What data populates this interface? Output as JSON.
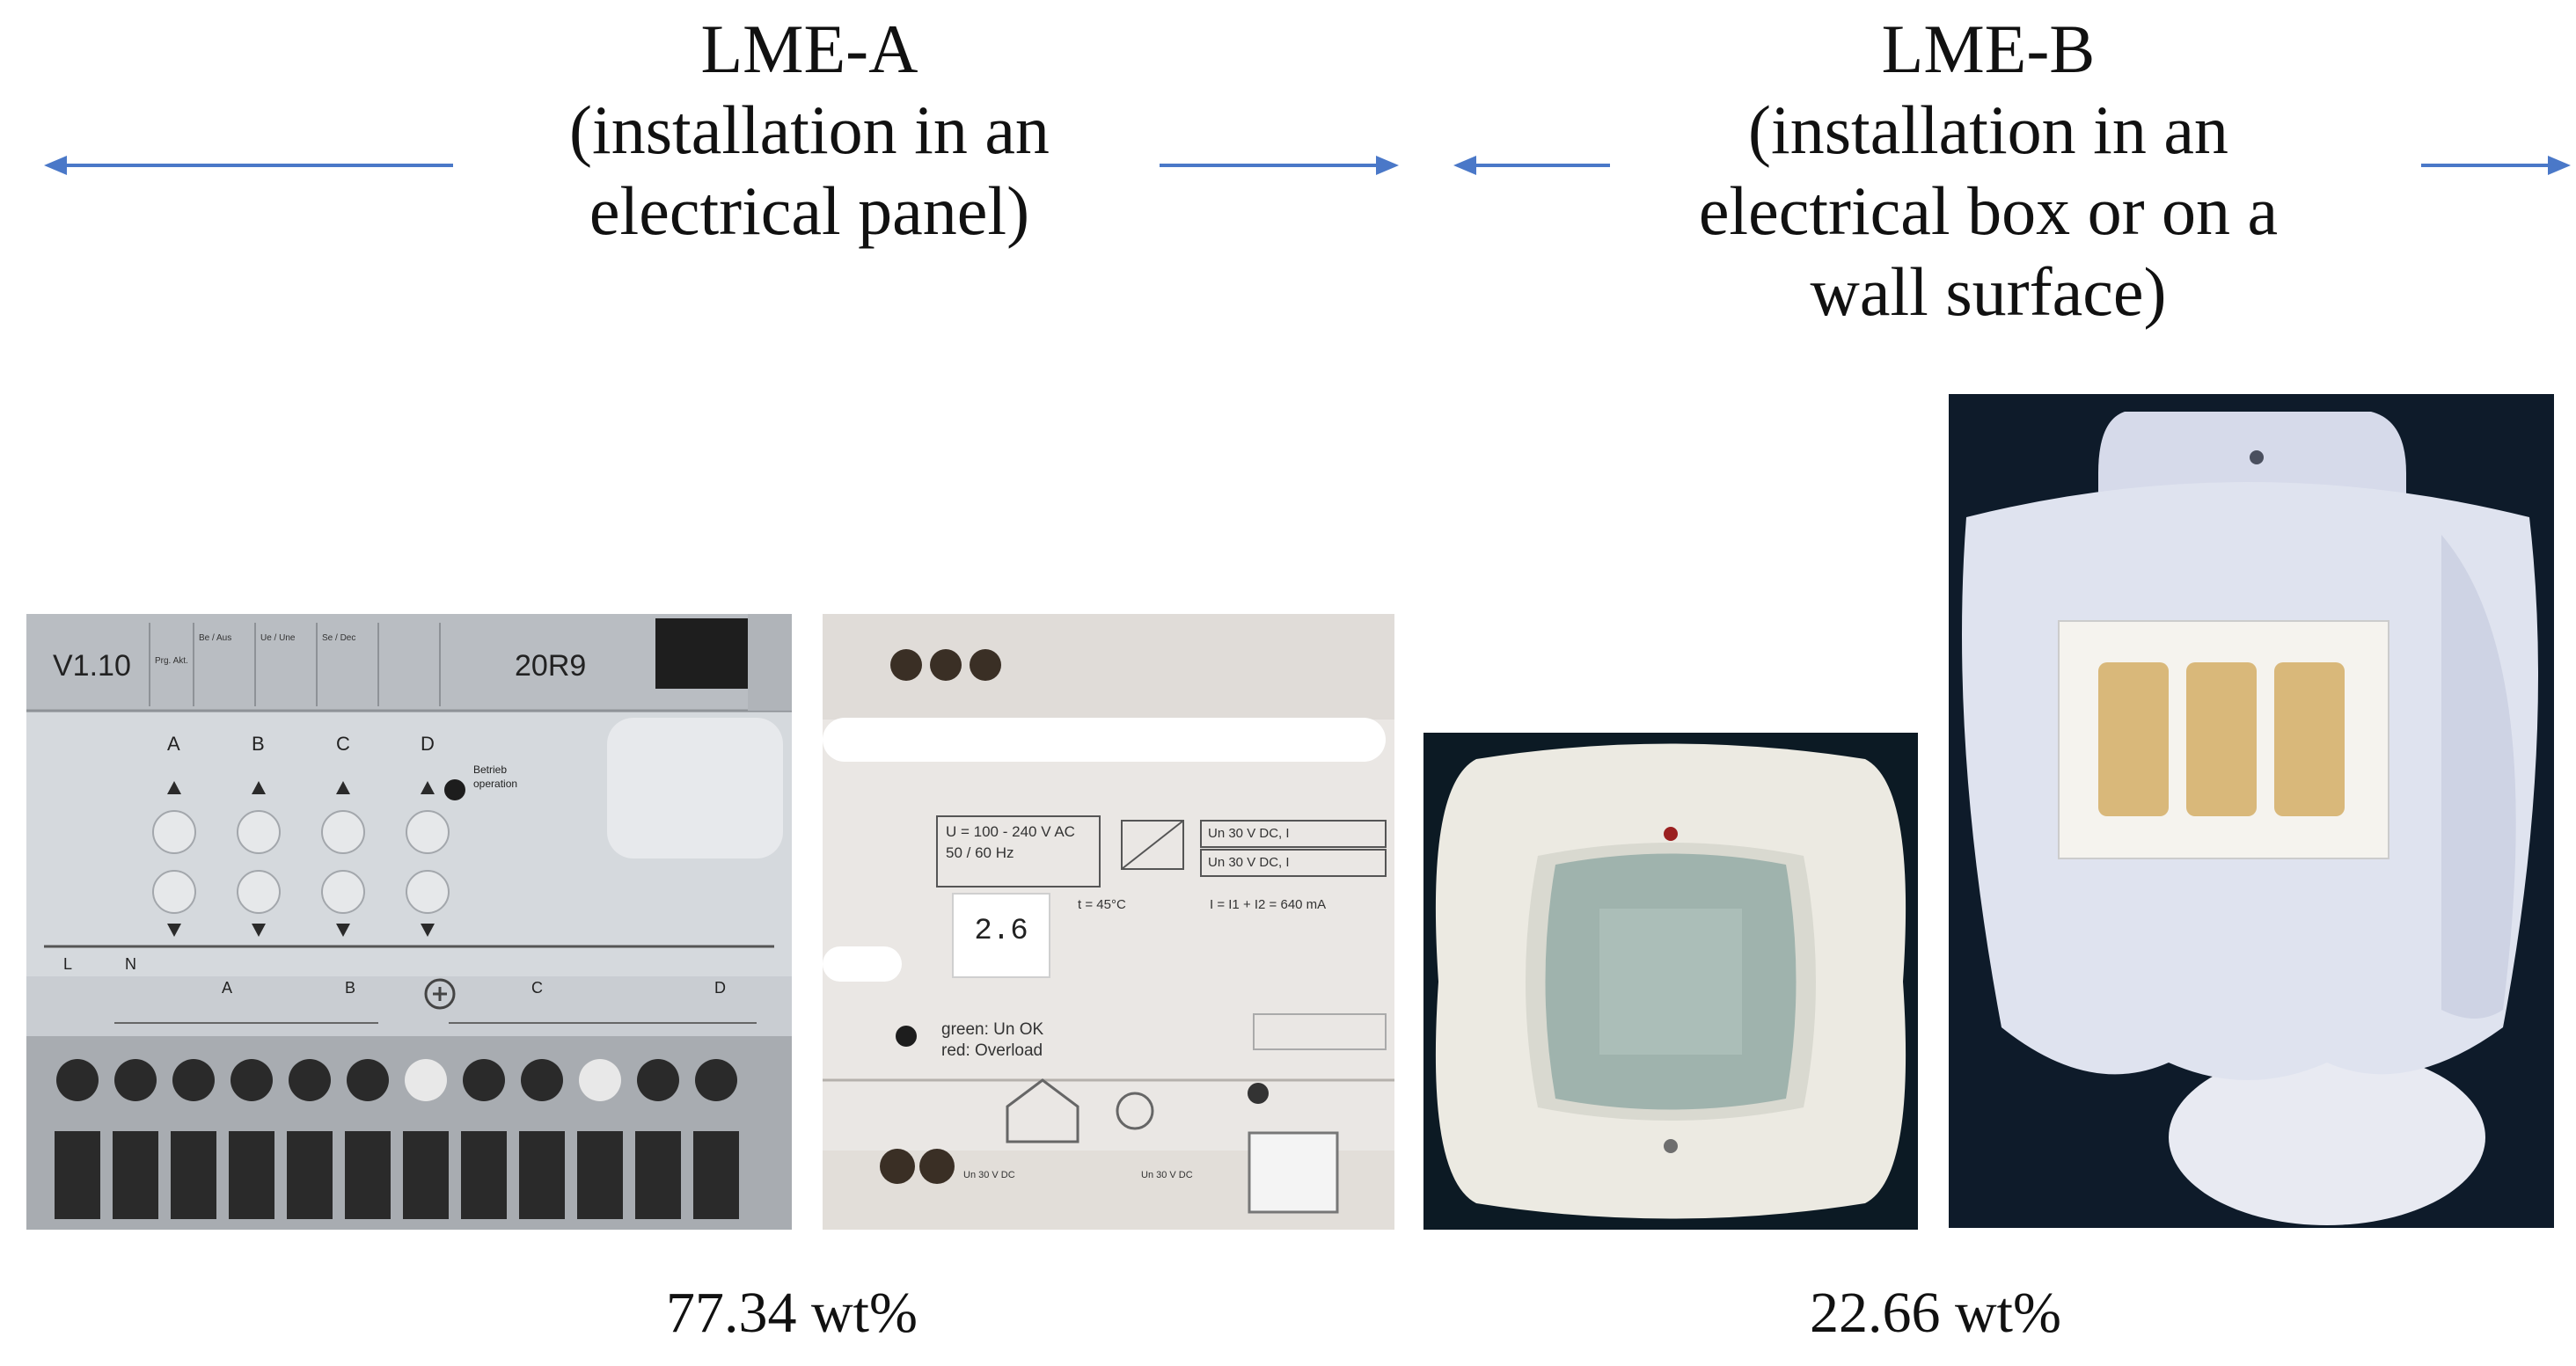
{
  "groups": [
    {
      "title": "LME-A",
      "subtitle_lines": [
        "(installation in an",
        "electrical panel)"
      ],
      "share": "77.34 wt%"
    },
    {
      "title": "LME-B",
      "subtitle_lines": [
        "(installation in an",
        "electrical box or on a",
        "wall surface)"
      ],
      "share": "22.66 wt%"
    }
  ],
  "actuator": {
    "version": "V1.10",
    "model": "20R9",
    "header_cells": [
      "Prg. Akt.",
      "Be / Aus",
      "Ue / Une",
      "Se / Dec"
    ],
    "channels": [
      "A",
      "B",
      "C",
      "D"
    ],
    "manual_label": [
      "Betrieb",
      "operation"
    ],
    "terminal_labels": [
      "L",
      "N",
      "A",
      "B",
      "C",
      "D"
    ]
  },
  "power_supply": {
    "input_spec": [
      "U = 100 - 240 V AC",
      "50 / 60 Hz"
    ],
    "output_spec": [
      "Un 30 V DC, I",
      "Un 30 V DC, I"
    ],
    "temp": "t = 45°C",
    "current": "I = I1 + I2 = 640 mA",
    "tag": "2.6",
    "status": [
      "green: Un OK",
      "red: Overload"
    ],
    "bottom_labels": [
      "Un 30 V DC",
      "Un 30 V DC"
    ]
  },
  "colors": {
    "arrow": "#4a78c8",
    "panel_grey": "#c9cdd2",
    "terminal_dark": "#2a2a2a",
    "sensor_white": "#eceae2",
    "sensor_lens": "#9fb3ad",
    "housing": "#dfe3ef",
    "sensor_pad": "#d9b87a"
  }
}
